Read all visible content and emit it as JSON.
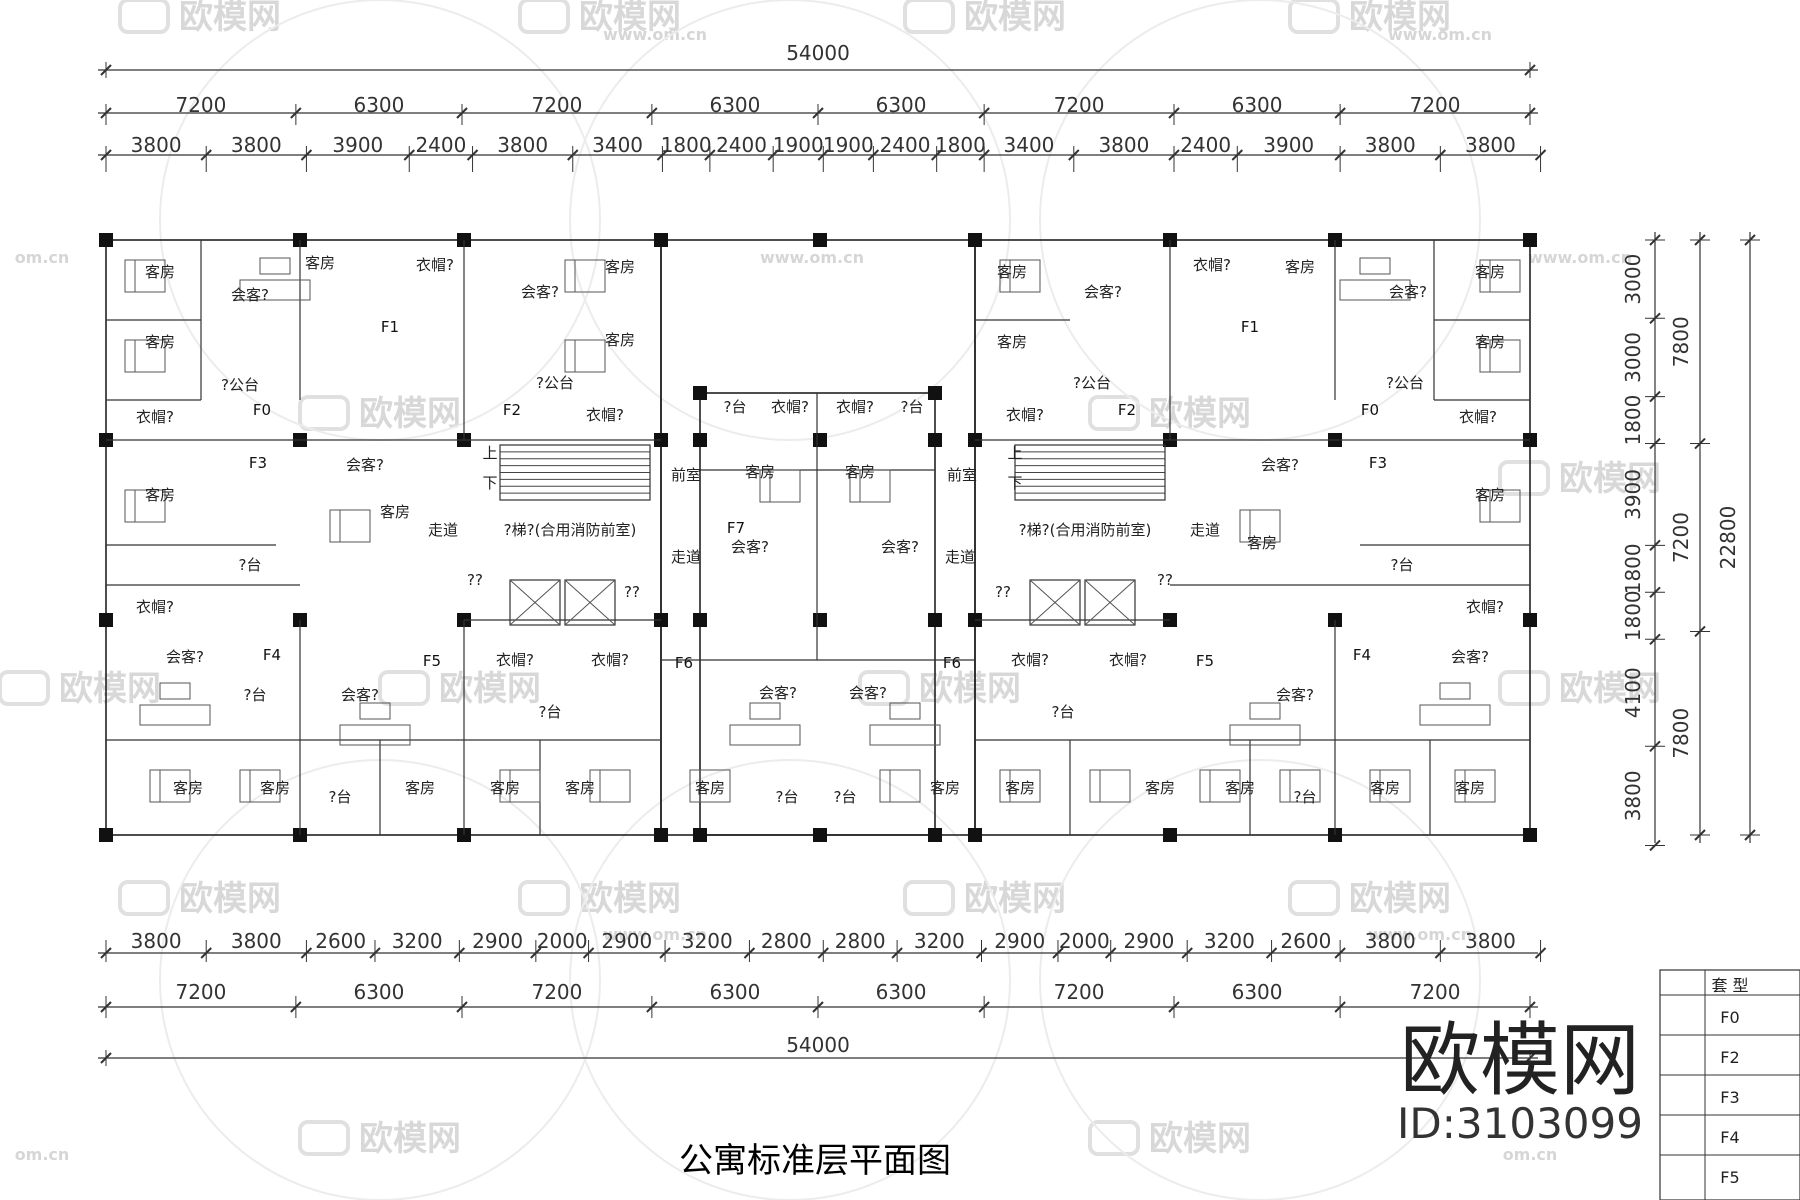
{
  "title": "公寓标准层平面图",
  "dimensions": {
    "top_total": "54000",
    "top_row1": [
      "7200",
      "6300",
      "7200",
      "6300",
      "6300",
      "7200",
      "6300",
      "7200"
    ],
    "top_row2": [
      "3800",
      "3800",
      "3900",
      "2400",
      "3800",
      "3400",
      "1800",
      "2400",
      "1900",
      "1900",
      "2400",
      "1800",
      "3400",
      "3800",
      "2400",
      "3900",
      "3800",
      "3800"
    ],
    "bottom_row1": [
      "3800",
      "3800",
      "2600",
      "3200",
      "2900",
      "2000",
      "2900",
      "3200",
      "2800",
      "2800",
      "3200",
      "2900",
      "2000",
      "2900",
      "3200",
      "2600",
      "3800",
      "3800"
    ],
    "bottom_row2": [
      "7200",
      "6300",
      "7200",
      "6300",
      "6300",
      "7200",
      "6300",
      "7200"
    ],
    "bottom_total": "54000",
    "right_row1": [
      "3000",
      "3000",
      "1800",
      "3900",
      "1800",
      "1800",
      "4100",
      "3800"
    ],
    "right_row2": [
      "7800",
      "7200",
      "7800"
    ],
    "right_total": "22800"
  },
  "units": [
    "F0",
    "F1",
    "F2",
    "F3",
    "F4",
    "F5",
    "F6",
    "F7"
  ],
  "rooms": {
    "guest_room": "客房",
    "living": "会客?",
    "wardrobe": "衣帽?",
    "balcony": "?台",
    "corridor": "走道",
    "front_room": "前室",
    "stair_label": "?梯?(合用消防前室)",
    "up": "上",
    "down": "下",
    "qq": "??",
    "public": "?公台"
  },
  "legend": {
    "header": "套  型",
    "items": [
      "F0",
      "F2",
      "F3",
      "F4",
      "F5"
    ]
  },
  "watermark": {
    "brand": "欧模网",
    "url": "www.om.cn",
    "url_short": "om.cn",
    "id": "ID:3103099"
  }
}
